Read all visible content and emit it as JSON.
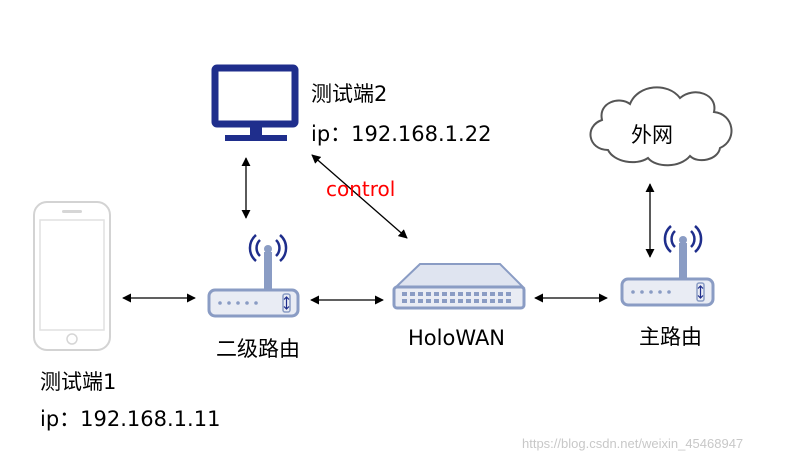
{
  "nodes": {
    "tester2": {
      "name": "测试端2",
      "ip": "ip：192.168.1.22"
    },
    "tester1": {
      "name": "测试端1",
      "ip": "ip：192.168.1.11"
    },
    "secondary_router": {
      "name": "二级路由"
    },
    "holowan": {
      "name": "HoloWAN"
    },
    "main_router": {
      "name": "主路由"
    },
    "internet": {
      "name": "外网"
    }
  },
  "links": {
    "control_label": "control"
  },
  "watermark": "https://blog.csdn.net/weixin_45468947",
  "colors": {
    "monitor": "#1f2e8c",
    "device": "#8a9cc4",
    "device_fill": "#e9ecf4",
    "control": "#ff0000",
    "arrow": "#000000"
  }
}
